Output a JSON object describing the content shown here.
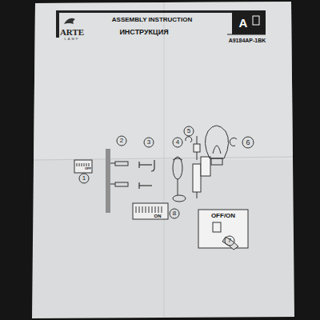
{
  "diagram": {
    "title": "ASSEMBLY INSTRUCTION",
    "labels": [
      "ARTE",
      "LAMP",
      "ИНСТРУКЦИЯ",
      "A",
      "A9184AP-1BK",
      "OFF",
      "1",
      "2",
      "3",
      "4",
      "5",
      "6",
      "OFF/ON",
      "7",
      "8",
      "ON"
    ]
  }
}
